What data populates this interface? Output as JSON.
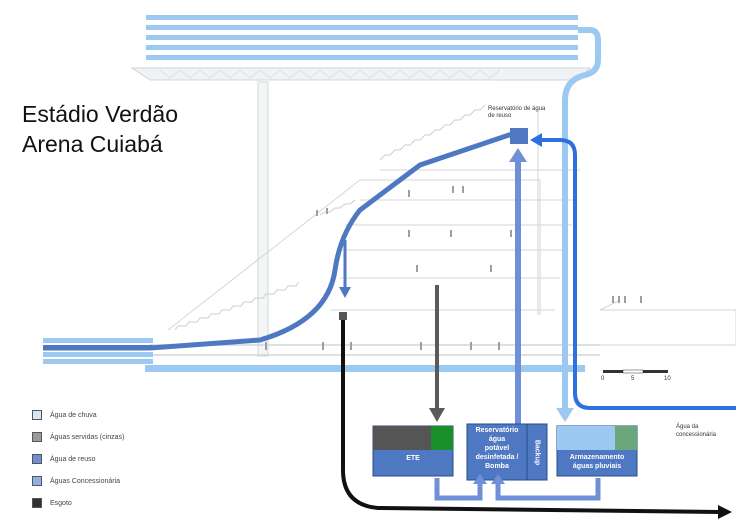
{
  "title": {
    "line1": "Estádio Verdão",
    "line2": "Arena Cuiabá"
  },
  "labels": {
    "reservoir_top": "Reservatório de água de reuso",
    "water_supplier_1": "Água da",
    "water_supplier_2": "concessionária",
    "ete": "ETE",
    "potable_1": "Reservatório",
    "potable_2": "água",
    "potable_3": "potável",
    "potable_4": "desinfetada /",
    "potable_5": "Bomba",
    "backup": "Backup",
    "rain_1": "Armazenamento",
    "rain_2": "águas pluviais",
    "scale_0": "0",
    "scale_5": "5",
    "scale_10": "10"
  },
  "legend": [
    {
      "label": "Água de chuva",
      "color": "#d7e6f6"
    },
    {
      "label": "Águas servidas (cinzas)",
      "color": "#9a9a9a"
    },
    {
      "label": "Água de reuso",
      "color": "#6f8fd6"
    },
    {
      "label": "Águas Concessionária",
      "color": "#8fb0e8"
    },
    {
      "label": "Esgoto",
      "color": "#333333"
    }
  ],
  "colors": {
    "rain": "#9cc9f2",
    "reuse": "#4f78c2",
    "supplier": "#2f6fe0",
    "grey_water": "#5a5a5a",
    "sewage": "#111111",
    "box": "#4f78c2",
    "ete_dark": "#555555",
    "ete_green": "#1b8f2a",
    "rain_green": "#6aa77a"
  }
}
